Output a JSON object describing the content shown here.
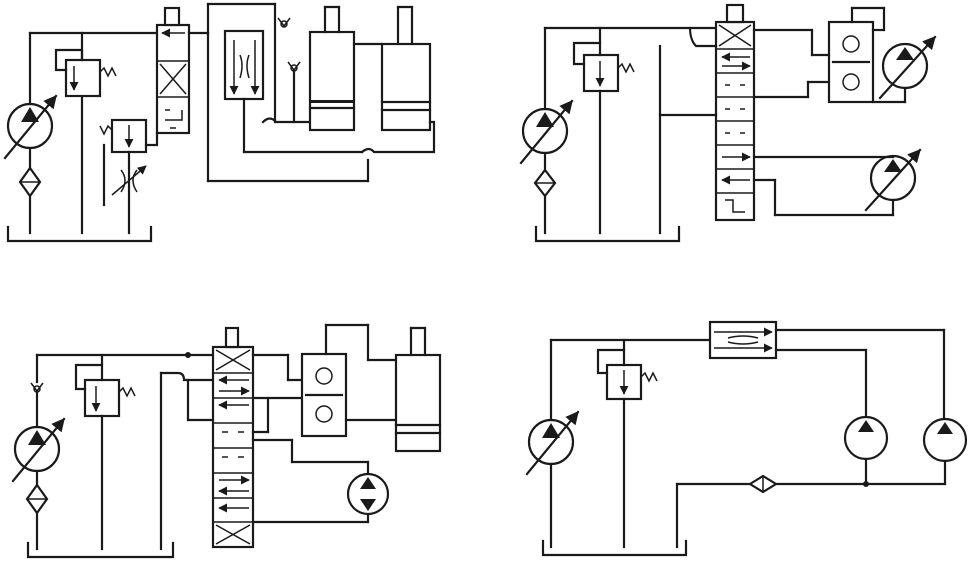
{
  "colors": {
    "line": "#1a1a1a",
    "background": "#ffffff"
  },
  "circuits": [
    {
      "id": "a",
      "symbols": [
        "variable-pump",
        "filter",
        "relief-valve",
        "reducing-valve",
        "adjustable-throttle",
        "directional-valve",
        "flow-regulator",
        "check-valve",
        "cylinder",
        "cylinder",
        "tank"
      ]
    },
    {
      "id": "b",
      "symbols": [
        "variable-pump",
        "filter",
        "relief-valve",
        "multi-position-directional-valve",
        "hydraulic-lock",
        "variable-motor",
        "variable-motor",
        "tank"
      ]
    },
    {
      "id": "c",
      "symbols": [
        "variable-pump",
        "filter",
        "check-valve",
        "relief-valve",
        "multi-position-directional-valve",
        "hydraulic-lock",
        "cylinder",
        "bidirectional-motor",
        "tank"
      ]
    },
    {
      "id": "d",
      "symbols": [
        "variable-pump",
        "relief-valve",
        "flow-divider",
        "motor",
        "motor",
        "filter",
        "tank"
      ]
    }
  ]
}
